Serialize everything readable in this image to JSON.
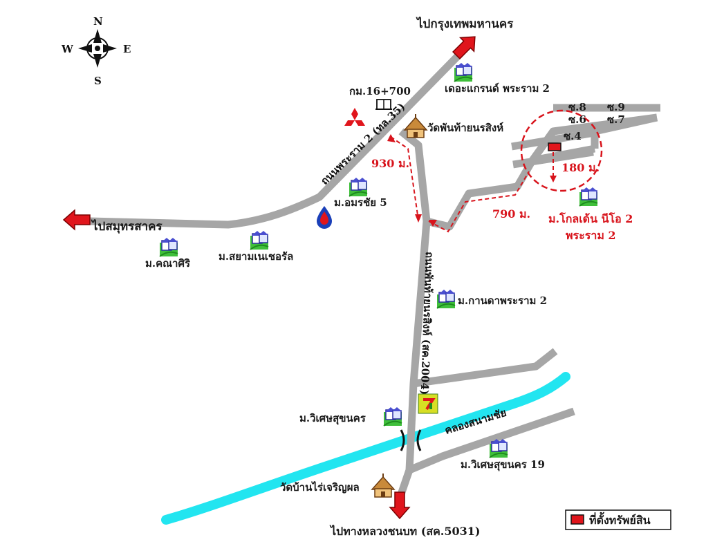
{
  "compass": {
    "n": "N",
    "s": "S",
    "e": "E",
    "w": "W"
  },
  "destinations": {
    "bangkok": "ไปกรุงเทพมหานคร",
    "samut_sakhon": "ไปสมุทรสาคร",
    "rural_road": "ไปทางหลวงชนบท (สค.5031)"
  },
  "roads": {
    "rama2": "ถนนพระราม 2 (ทล.35)",
    "phanthai": "ถนนพันท้ายนรสิงห์ (สค.2004)",
    "canal": "คลองสนามชัย"
  },
  "landmarks": {
    "km_marker": "กม.16+700",
    "wat_phanthai": "วัดพันท้ายนรสิงห์",
    "wat_banrai": "วัดบ้านไร่เจริญผล",
    "the_grand": "เดอะแกรนด์ พระราม 2",
    "amornchai": "ม.อมรชัย 5",
    "khanasiri": "ม.คณาศิริ",
    "siam_central": "ม.สยามเนเชอรัล",
    "kanda": "ม.กานดาพระราม 2",
    "wiset1": "ม.วิเศษสุขนคร",
    "wiset19": "ม.วิเศษสุขนคร 19",
    "golden_line1": "ม.โกลเด้น นีโอ 2",
    "golden_line2": "พระราม 2"
  },
  "sois": {
    "s8": "ซ.8",
    "s9": "ซ.9",
    "s6": "ซ.6",
    "s7": "ซ.7",
    "s4": "ซ.4"
  },
  "distances": {
    "d930": "930 ม.",
    "d790": "790 ม.",
    "d180": "180 ม."
  },
  "legend": {
    "label": "ที่ตั้งทรัพย์สิน"
  },
  "colors": {
    "road": "#a6a6a6",
    "canal": "#22e5f0",
    "accent": "#d8141c",
    "route": "#d8141c"
  },
  "icons": {
    "house": "house-icon",
    "temple": "temple-icon",
    "km": "km-marker-icon",
    "mitsubishi": "mitsubishi-logo-icon",
    "ptt": "ptt-station-icon",
    "seven": "seven-eleven-icon",
    "bridge": "bridge-icon",
    "arrow": "red-arrow-icon",
    "property": "property-marker"
  }
}
